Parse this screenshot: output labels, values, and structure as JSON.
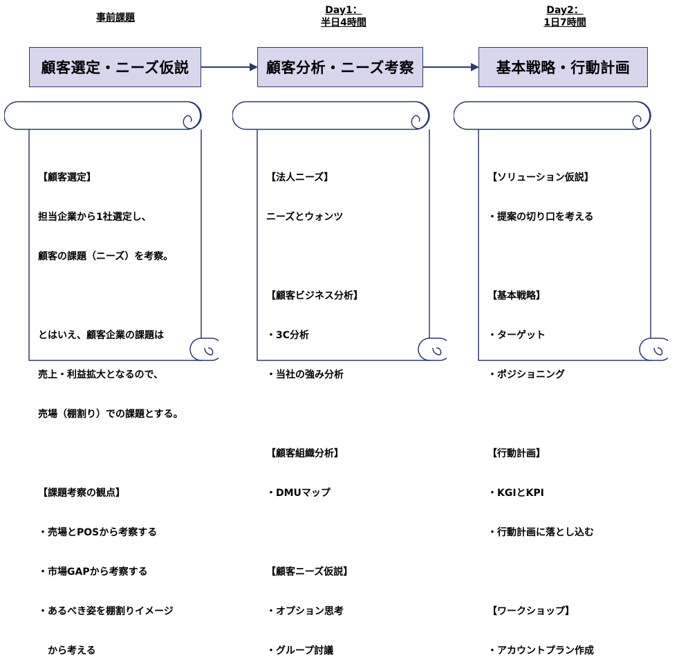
{
  "columns": [
    {
      "header": [
        "事前課題"
      ],
      "title": "顧客選定・ニーズ仮説",
      "lines": [
        "【顧客選定】",
        "担当企業から1社選定し、",
        "顧客の課題（ニーズ）を考察。",
        "",
        "とはいえ、顧客企業の課題は",
        "売上・利益拡大となるので、",
        "売場（棚割り）での課題とする。",
        "",
        "【課題考察の観点】",
        "・売場とPOSから考察する",
        "・市場GAPから考察する",
        "・あるべき姿を棚割りイメージ",
        "　から考える"
      ]
    },
    {
      "header": [
        "Day1：",
        "半日4時間"
      ],
      "title": "顧客分析・ニーズ考察",
      "lines": [
        "【法人ニーズ】",
        "ニーズとウォンツ",
        "",
        "【顧客ビジネス分析】",
        "・3C分析",
        "・当社の強み分析",
        "",
        "【顧客組織分析】",
        "・DMUマップ",
        "",
        "【顧客ニーズ仮説】",
        "・オプション思考",
        "・グループ討議"
      ]
    },
    {
      "header": [
        "Day2：",
        "1日7時間"
      ],
      "title": "基本戦略・行動計画",
      "lines": [
        "【ソリューション仮説】",
        "・提案の切り口を考える",
        "",
        "【基本戦略】",
        "・ターゲット",
        "・ポジショニング",
        "",
        "【行動計画】",
        "・KGIとKPI",
        "・行動計画に落とし込む",
        "",
        "【ワークショップ】",
        "・アカウントプラン作成"
      ]
    }
  ],
  "colors": {
    "box_fill": "#d8d6ec",
    "stroke": "#2b3a6b"
  }
}
